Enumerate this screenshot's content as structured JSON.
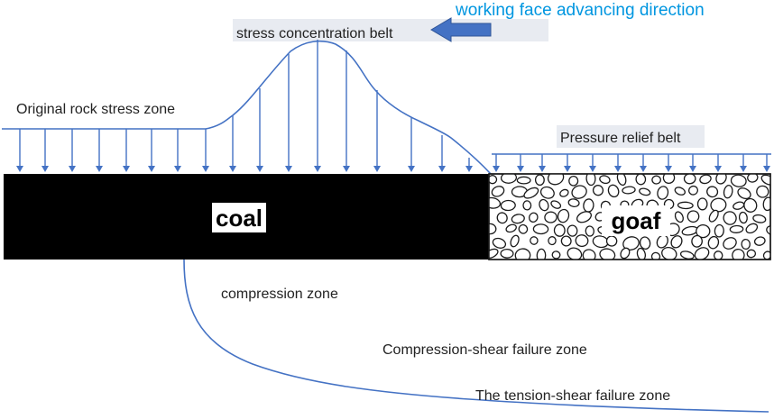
{
  "diagram": {
    "labels": {
      "direction": "working face advancing direction",
      "stress_concentration": "stress concentration belt",
      "original_stress": "Original rock stress zone",
      "pressure_relief": "Pressure relief belt",
      "coal": "coal",
      "goaf": "goaf",
      "compression": "compression zone",
      "compression_shear": "Compression-shear failure zone",
      "tension_shear": "The tension-shear failure zone"
    },
    "colors": {
      "accent_blue": "#4472C4",
      "title_blue": "#0096E0",
      "label_bg": "#E8EBF1",
      "coal_fill": "#000000",
      "text": "#222222"
    },
    "icons": [
      "arrow-left-icon",
      "down-arrow-icon",
      "rock-fragment-icon"
    ]
  }
}
